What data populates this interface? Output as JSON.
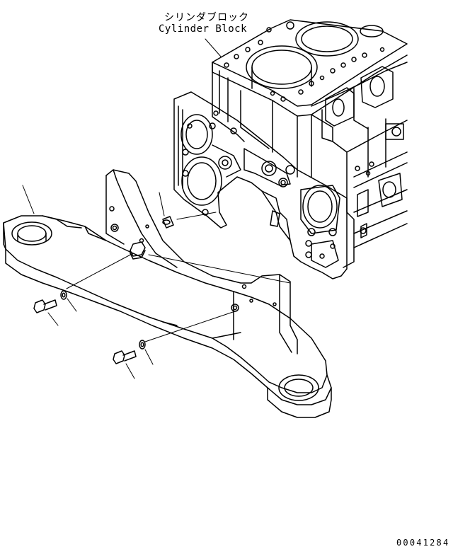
{
  "labels": {
    "cylinder_block_jp": "シリンダブロック",
    "cylinder_block_en": "Cylinder Block",
    "drawing_number": "00041284"
  },
  "colors": {
    "line": "#000000",
    "background": "#ffffff"
  }
}
